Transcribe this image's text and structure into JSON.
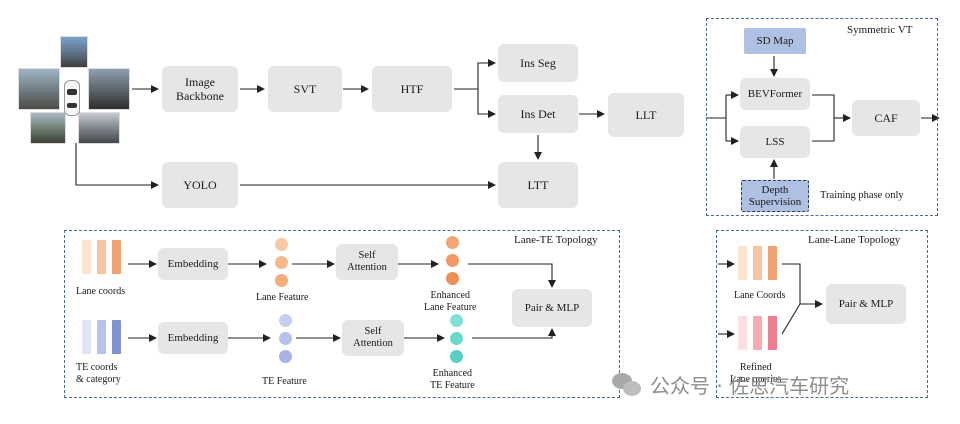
{
  "main": {
    "image_backbone": "Image\nBackbone",
    "svt": "SVT",
    "htf": "HTF",
    "ins_seg": "Ins Seg",
    "ins_det": "Ins Det",
    "llt": "LLT",
    "yolo": "YOLO",
    "ltt": "LTT"
  },
  "symmetric_vt": {
    "title": "Symmetric VT",
    "sd_map": "SD Map",
    "bevformer": "BEVFormer",
    "lss": "LSS",
    "caf": "CAF",
    "depth_supervision": "Depth\nSupervision",
    "training_note": "Training phase only"
  },
  "lane_te_topology": {
    "title": "Lane-TE Topology",
    "lane_coords": "Lane coords",
    "embedding_1": "Embedding",
    "lane_feature": "Lane Feature",
    "self_attention_1": "Self\nAttention",
    "enhanced_lane_feature": "Enhanced\nLane Feature",
    "pair_mlp": "Pair & MLP",
    "te_coords": "TE coords\n& category",
    "embedding_2": "Embedding",
    "te_feature": "TE Feature",
    "self_attention_2": "Self\nAttention",
    "enhanced_te_feature": "Enhanced\nTE Feature"
  },
  "lane_lane_topology": {
    "title": "Lane-Lane Topology",
    "lane_coords": "Lane Coords",
    "pair_mlp": "Pair & MLP",
    "refined_lane_queries": "Refined\nLane queries"
  },
  "watermark": {
    "text": "公众号 · 佐思汽车研究"
  },
  "colors": {
    "box_gray": "#e6e6e6",
    "box_blue": "#aec1e3",
    "group_border": "#4a66a3",
    "orange": "#f2a878",
    "violet": "#b9c4ea",
    "teal": "#6fd9cc",
    "pink": "#f08a9c"
  }
}
